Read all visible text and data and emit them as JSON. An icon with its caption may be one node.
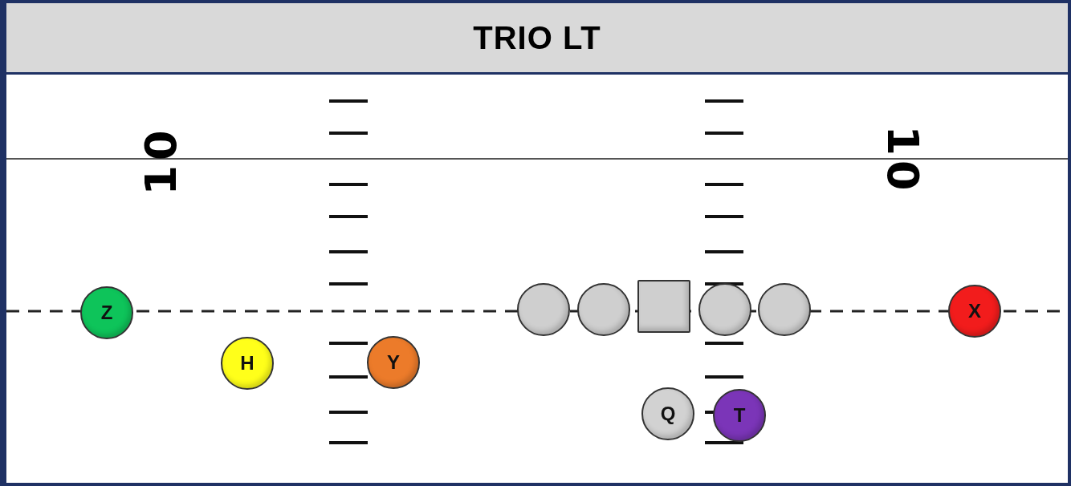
{
  "diagram": {
    "title": "TRIO LT",
    "nodes": [
      {
        "text": [
          "Z"
        ]
      },
      {
        "text": [],
        "shape": "circle"
      },
      {
        "text": [],
        "shape": "circle"
      },
      {
        "text": [],
        "shape": "box"
      },
      {
        "text": [],
        "shape": "circle"
      },
      {
        "text": [],
        "shape": "circle"
      },
      {
        "text": [
          "X"
        ]
      },
      {
        "text": [
          "H"
        ]
      },
      {
        "text": [
          "Y"
        ]
      },
      {
        "text": [
          "Q"
        ]
      },
      {
        "text": [
          "T"
        ]
      }
    ],
    "labels": [
      "10",
      "10"
    ]
  }
}
